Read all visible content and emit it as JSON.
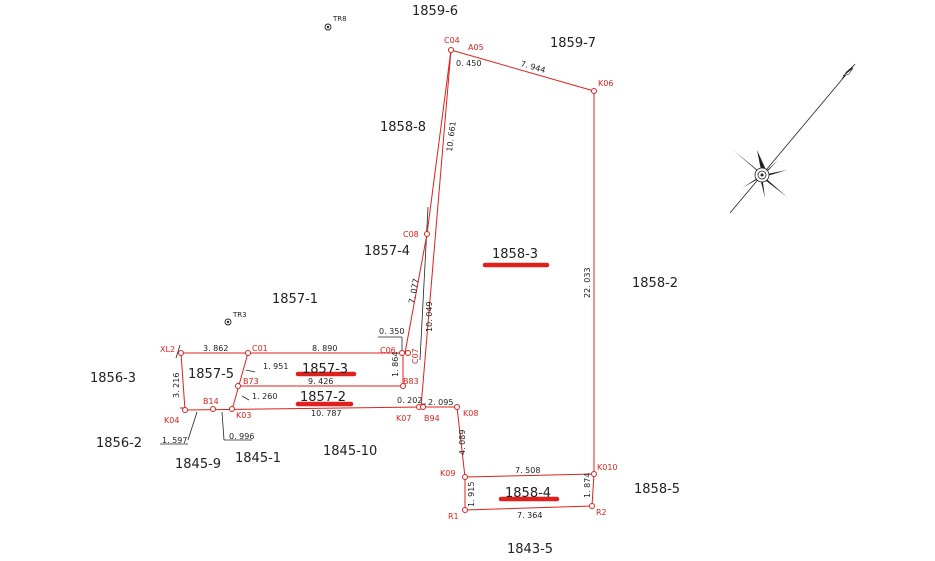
{
  "lots": {
    "l1859_6": "1859-6",
    "l1859_7": "1859-7",
    "l1858_8": "1858-8",
    "l1857_4": "1857-4",
    "l1858_3": "1858-3",
    "l1858_2": "1858-2",
    "l1857_1": "1857-1",
    "l1856_3": "1856-3",
    "l1857_5": "1857-5",
    "l1857_3": "1857-3",
    "l1857_2": "1857-2",
    "l1856_2": "1856-2",
    "l1845_9": "1845-9",
    "l1845_1": "1845-1",
    "l1845_10": "1845-10",
    "l1858_4": "1858-4",
    "l1858_5": "1858-5",
    "l1843_5": "1843-5"
  },
  "references": {
    "tr8": "TR8",
    "tr3": "TR3"
  },
  "points": {
    "c04": "C04",
    "a05": "A05",
    "k06": "K06",
    "c08": "C08",
    "c06": "C06",
    "c07": "C07",
    "xl2": "XL2",
    "c01": "C01",
    "b73": "B73",
    "b83": "B83",
    "b14": "B14",
    "k03": "K03",
    "k04": "K04",
    "k07": "K07",
    "b94": "B94",
    "k08": "K08",
    "k09": "K09",
    "k010": "K010",
    "r1": "R1",
    "r2": "R2"
  },
  "dimensions": {
    "d0450": "0. 450",
    "d7944": "7. 944",
    "d10661": "10. 661",
    "d22033": "22. 033",
    "d7077": "7. 077",
    "d10049": "10. 049",
    "d0350": "0. 350",
    "d3862": "3. 862",
    "d8890": "8. 890",
    "d1951": "1. 951",
    "d1864": "1. 864",
    "d9426": "9. 426",
    "d3216": "3. 216",
    "d1260": "1. 260",
    "d10787": "10. 787",
    "d0202": "0. 202",
    "d2095": "2. 095",
    "d1597": "1. 597",
    "d0996": "0. 996",
    "d4089": "4. 089",
    "d7508": "7. 508",
    "d1874": "1. 874",
    "d1915": "1. 915",
    "d7364": "7. 364"
  },
  "colors": {
    "boundary": "#e0201c",
    "line": "#222222"
  },
  "icons": {
    "north": "north-arrow-compass-icon",
    "reference_point": "survey-reference-point-icon"
  }
}
